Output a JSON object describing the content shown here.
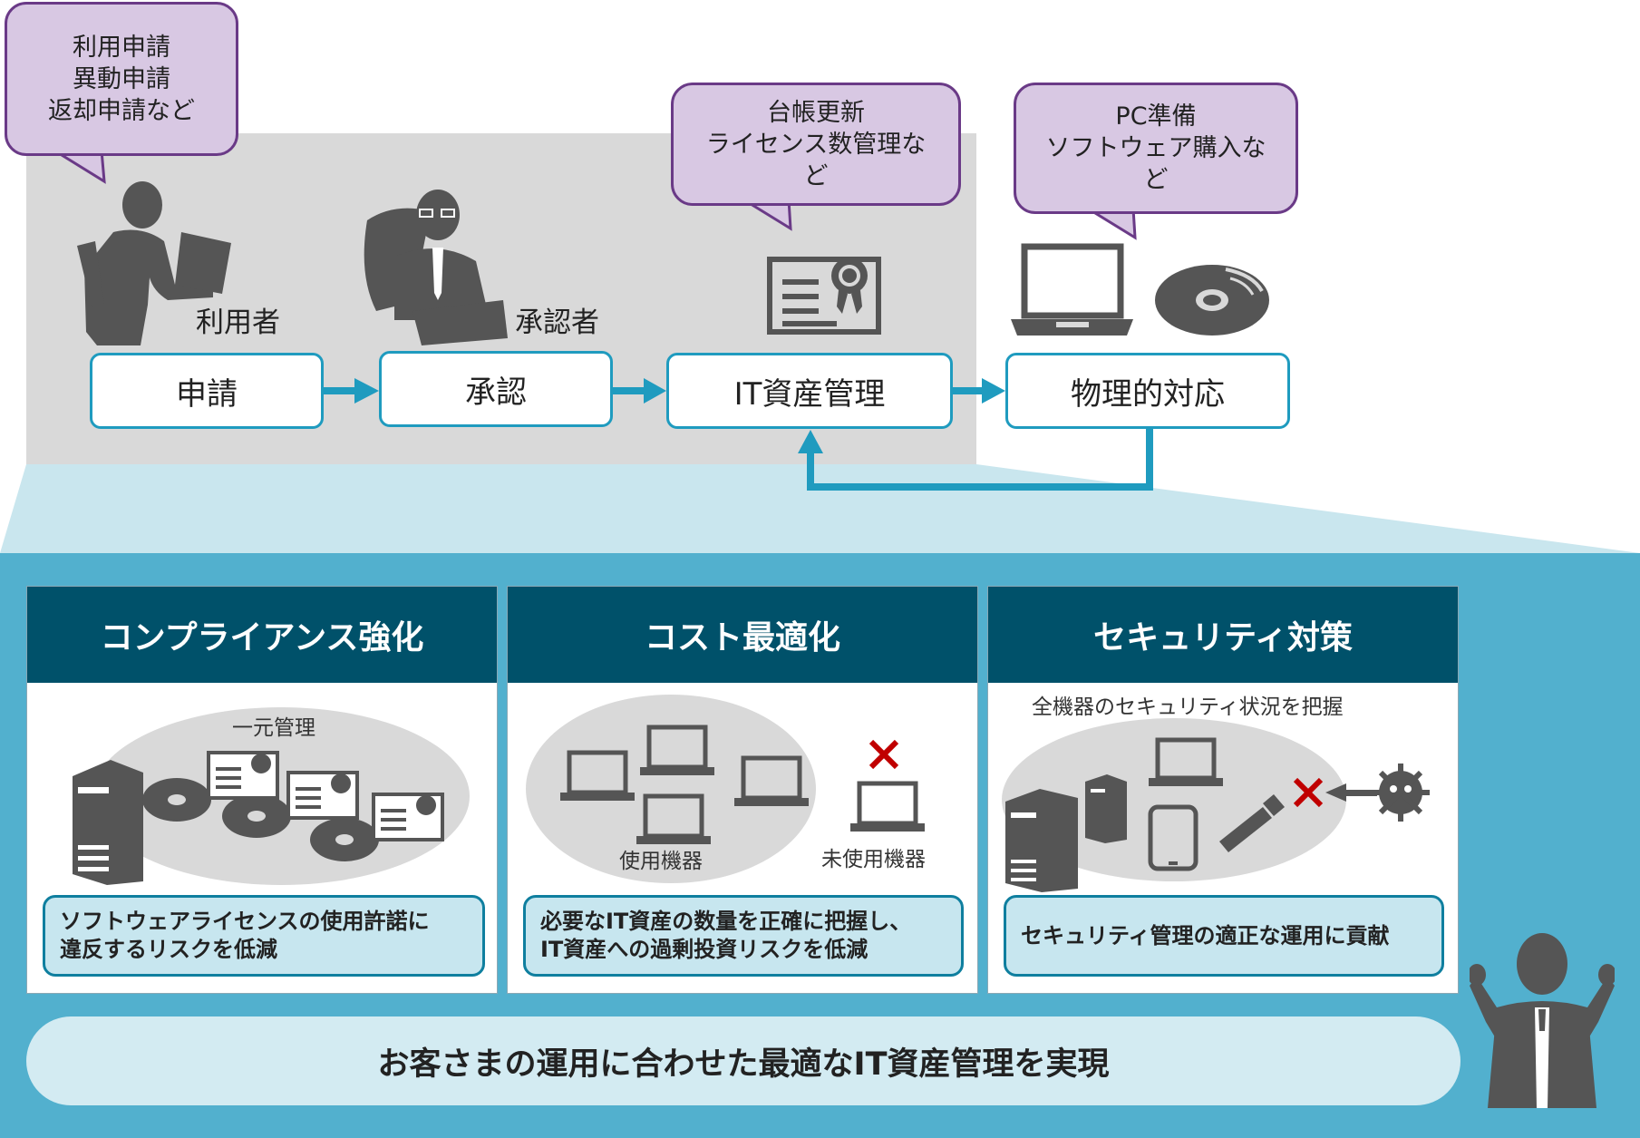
{
  "bubbles": {
    "user_tasks": "利用申請\n異動申請\n返却申請など",
    "admin_tasks": "台帳更新\nライセンス数管理な\nど",
    "physical_tasks": "PC準備\nソフトウェア購入な\nど"
  },
  "roles": {
    "user": "利用者",
    "approver": "承認者"
  },
  "flow": {
    "steps": [
      "申請",
      "承認",
      "IT資産管理",
      "物理的対応"
    ]
  },
  "panels": [
    {
      "title": "コンプライアンス強化",
      "caption": "一元管理",
      "note": "ソフトウェアライセンスの使用許諾に\n違反するリスクを低減"
    },
    {
      "title": "コスト最適化",
      "caption_used": "使用機器",
      "caption_unused": "未使用機器",
      "note": "必要なIT資産の数量を正確に把握し、\nIT資産への過剰投資リスクを低減"
    },
    {
      "title": "セキュリティ対策",
      "caption": "全機器のセキュリティ状況を把握",
      "note": "セキュリティ管理の適正な運用に貢献"
    }
  ],
  "goal": "お客さまの運用に合わせた最適なIT資産管理を実現",
  "colors": {
    "step_border": "#1f9bbf",
    "panel_header": "#00516a",
    "bottom_bg": "#52b0ce",
    "bubble_fill": "#d8c8e3",
    "bubble_border": "#6a3a87",
    "cross": "#c00000",
    "icon": "#555555"
  }
}
